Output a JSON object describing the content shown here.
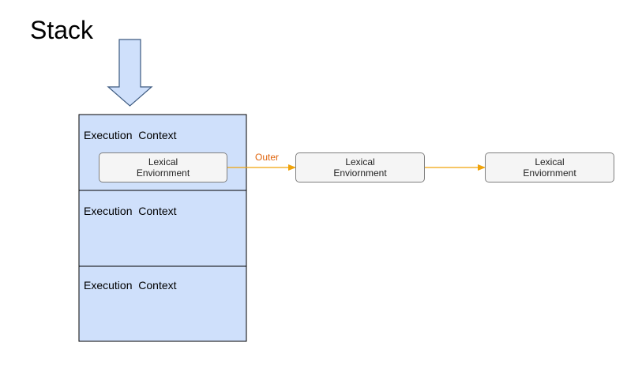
{
  "title": "Stack",
  "stack": {
    "frames": [
      {
        "label": "Execution  Context"
      },
      {
        "label": "Execution  Context"
      },
      {
        "label": "Execution  Context"
      }
    ]
  },
  "environments": [
    {
      "line1": "Lexical",
      "line2": "Enviornment"
    },
    {
      "line1": "Lexical",
      "line2": "Enviornment"
    },
    {
      "line1": "Lexical",
      "line2": "Enviornment"
    }
  ],
  "edge": {
    "label": "Outer"
  },
  "colors": {
    "frame_fill": "#cfe0fb",
    "frame_stroke": "#000000",
    "env_fill": "#f5f5f5",
    "env_stroke": "#7f7f7f",
    "arrow": "#f0a30a",
    "outer_label": "#e0650e",
    "push_arrow_fill": "#cfe0fb",
    "push_arrow_stroke": "#3d5a80"
  }
}
